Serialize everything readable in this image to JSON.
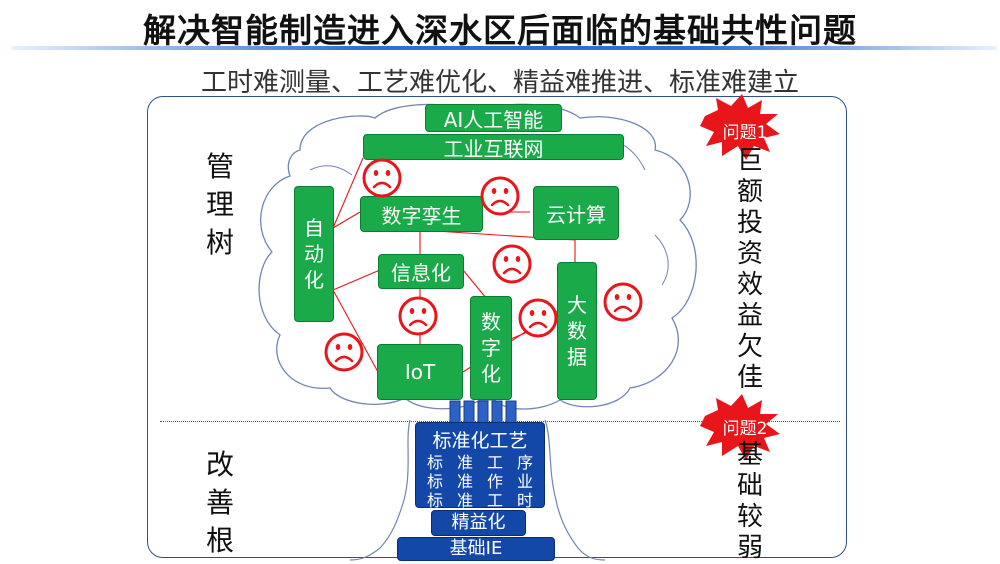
{
  "title": "解决智能制造进入深水区后面临的基础共性问题",
  "subtitle": "工时难测量、工艺难优化、精益难推进、标准难建立",
  "left_labels": {
    "top": [
      "管",
      "理",
      "树"
    ],
    "bottom": [
      "改",
      "善",
      "根"
    ]
  },
  "tree_boxes": {
    "ai": "AI人工智能",
    "iiot": "工业互联网",
    "twin": "数字孪生",
    "cloud": "云计算",
    "automation": [
      "自",
      "动",
      "化"
    ],
    "info": "信息化",
    "bigdata": [
      "大",
      "数",
      "据"
    ],
    "digital": [
      "数",
      "字",
      "化"
    ],
    "iot": "IoT"
  },
  "root_boxes": {
    "std_header": "标准化工艺",
    "std_rows": [
      [
        "标",
        "准",
        "工",
        "序"
      ],
      [
        "标",
        "准",
        "作",
        "业"
      ],
      [
        "标",
        "准",
        "工",
        "时"
      ]
    ],
    "lean": "精益化",
    "ie": "基础IE"
  },
  "problems": [
    {
      "badge": "问题1",
      "text": [
        "巨",
        "额",
        "投",
        "资",
        "效",
        "益",
        "欠",
        "佳"
      ]
    },
    {
      "badge": "问题2",
      "text": [
        "基",
        "础",
        "较",
        "弱"
      ]
    }
  ],
  "colors": {
    "green": "#1aaa4a",
    "blue": "#1448a8",
    "red": "#e8151b",
    "frame": "#2d4f8a"
  },
  "icons": {
    "sad_face": "sad-face-icon",
    "burst": "explosion-badge-icon"
  }
}
